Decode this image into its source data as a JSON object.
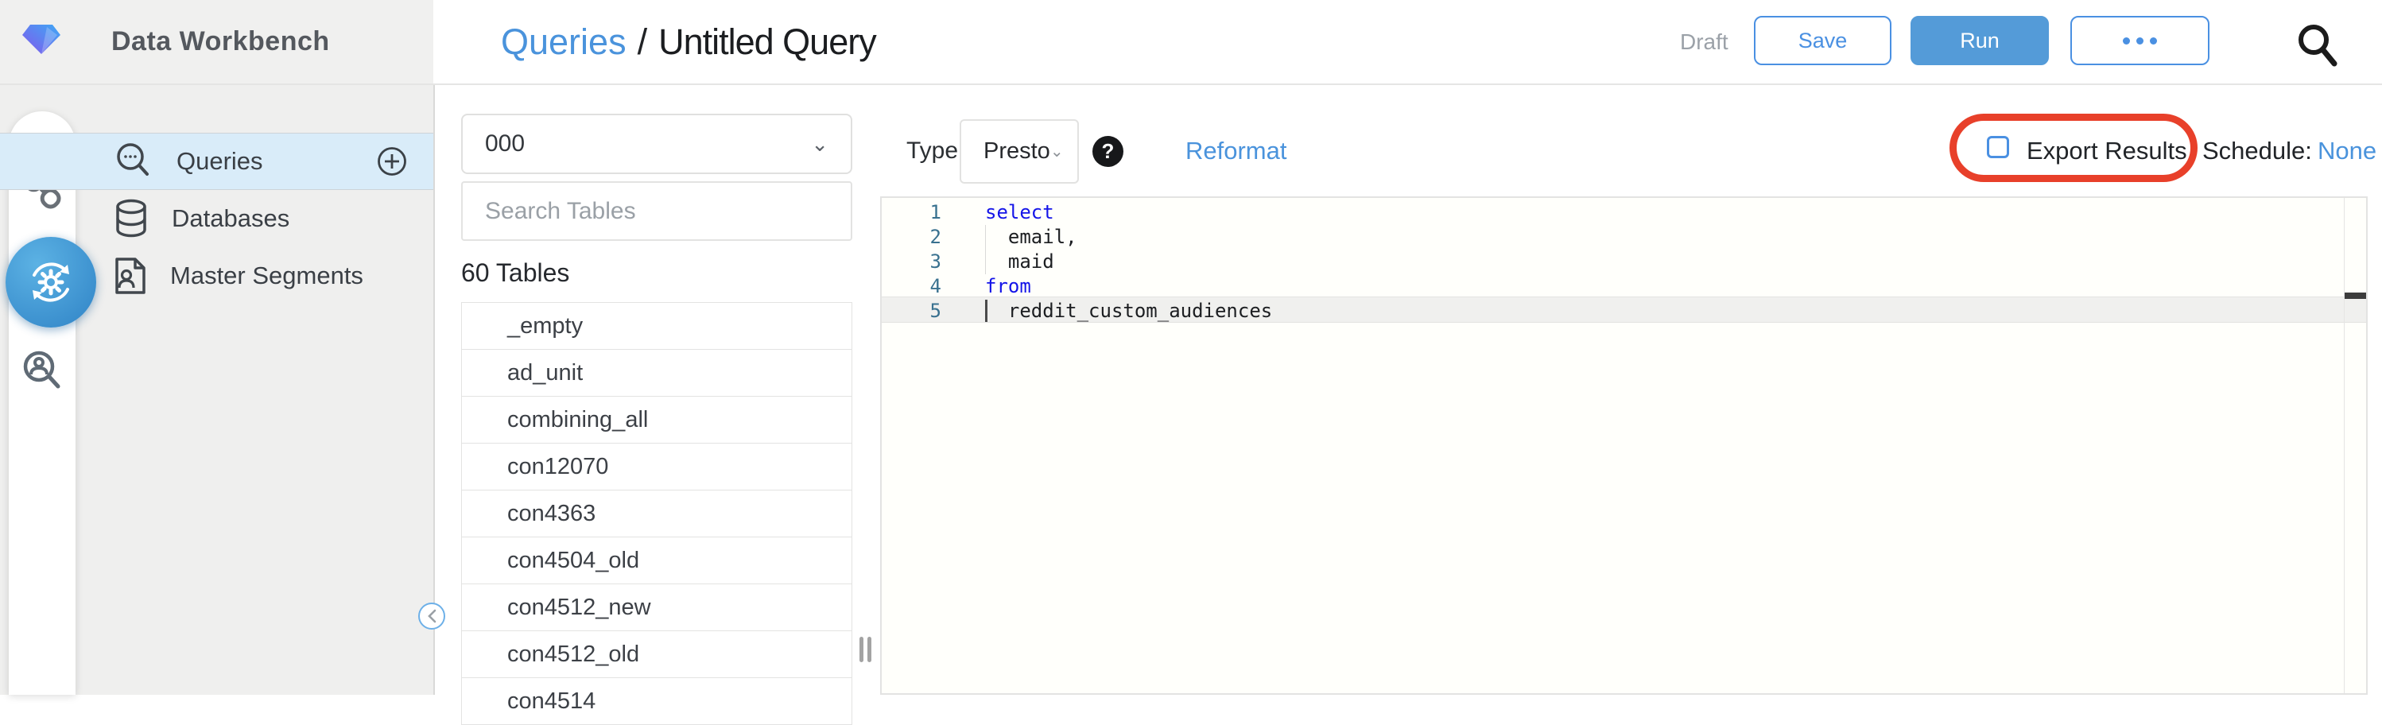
{
  "app": {
    "title": "Data Workbench"
  },
  "breadcrumb": {
    "section": "Queries",
    "separator": "/",
    "current": "Untitled Query"
  },
  "header": {
    "status": "Draft",
    "save_label": "Save",
    "run_label": "Run"
  },
  "sidebar": {
    "items": [
      {
        "label": "Queries",
        "icon": "query-search-icon",
        "active": true
      },
      {
        "label": "Databases",
        "icon": "database-icon",
        "active": false
      },
      {
        "label": "Master Segments",
        "icon": "segment-doc-icon",
        "active": false
      }
    ]
  },
  "rail": {
    "icons": [
      "link-icon",
      "sync-gear-icon",
      "user-search-icon"
    ]
  },
  "tables_panel": {
    "database_value": "000",
    "search_placeholder": "Search Tables",
    "count_label": "60 Tables",
    "tables": [
      "_empty",
      "ad_unit",
      "combining_all",
      "con12070",
      "con4363",
      "con4504_old",
      "con4512_new",
      "con4512_old",
      "con4514"
    ]
  },
  "editor_toolbar": {
    "type_label": "Type:",
    "type_value": "Presto",
    "help_glyph": "?",
    "reformat_label": "Reformat",
    "export_label": "Export Results",
    "export_checked": false,
    "schedule_label": "Schedule:",
    "schedule_value": "None"
  },
  "code": {
    "lines": [
      {
        "num": "1",
        "text": "select",
        "kind": "kw",
        "indent": false,
        "active": false
      },
      {
        "num": "2",
        "text": "  email,",
        "kind": "plain",
        "indent": true,
        "active": false
      },
      {
        "num": "3",
        "text": "  maid",
        "kind": "plain",
        "indent": true,
        "active": false
      },
      {
        "num": "4",
        "text": "from",
        "kind": "kw",
        "indent": false,
        "active": false
      },
      {
        "num": "5",
        "text": "  reddit_custom_audiences",
        "kind": "plain",
        "indent": true,
        "active": true
      }
    ]
  },
  "colors": {
    "accent_blue": "#4a90e2",
    "run_button": "#549bd8",
    "highlight_row": "#d9ecf9",
    "annotation_red": "#e8402a",
    "keyword_blue": "#1414e8",
    "line_number": "#39718f",
    "sidebar_gray": "#efefee"
  }
}
